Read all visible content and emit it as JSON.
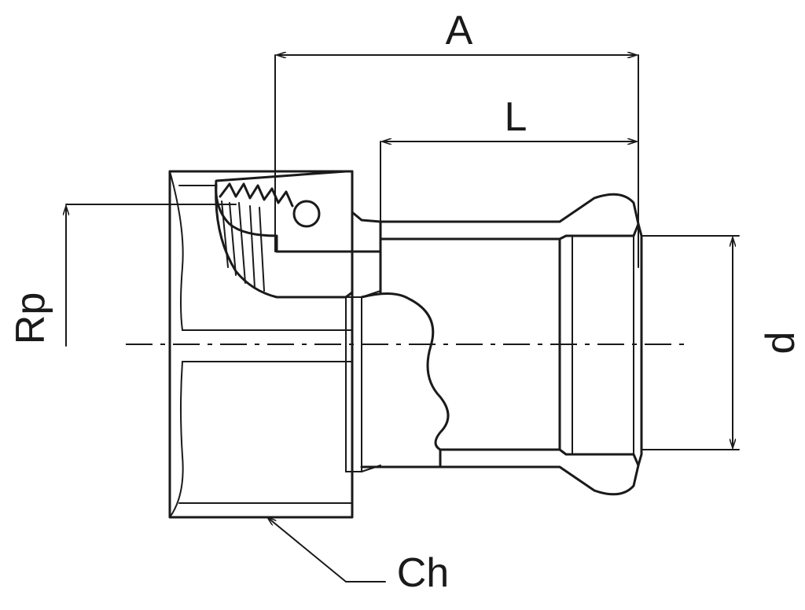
{
  "diagram": {
    "labels": {
      "overall_length": "A",
      "insertion_length": "L",
      "thread": "Rp",
      "diameter": "d",
      "wrench_size": "Ch"
    },
    "colors": {
      "line": "#1a1a1a",
      "background": "#ffffff"
    }
  }
}
